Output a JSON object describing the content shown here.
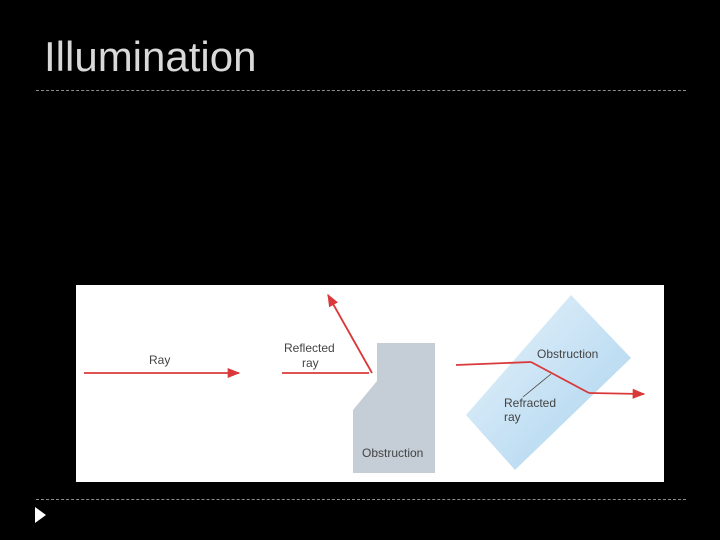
{
  "slide": {
    "title": "Illumination"
  },
  "diagram": {
    "labels": {
      "ray": "Ray",
      "reflected_line1": "Reflected",
      "reflected_line2": "ray",
      "obstruction_left": "Obstruction",
      "obstruction_right": "Obstruction",
      "refracted_line1": "Refracted",
      "refracted_line2": "ray"
    },
    "colors": {
      "ray": "#d9393a",
      "opaque_obstruction": "#c5cdd6",
      "glass_light": "#e8f3fb",
      "glass_dark": "#a8d2ee",
      "label_text": "#444444",
      "background": "#ffffff"
    }
  }
}
